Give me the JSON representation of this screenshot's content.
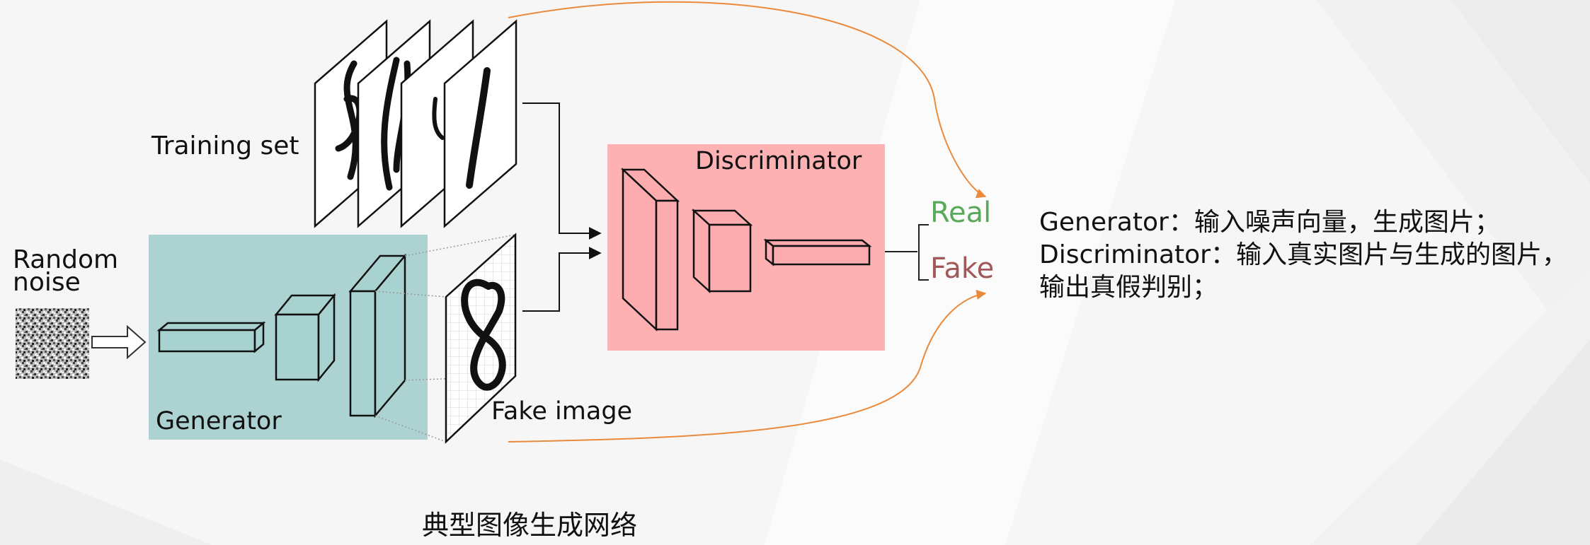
{
  "diagram": {
    "training_set_label": "Training set",
    "random_noise_label_line1": "Random",
    "random_noise_label_line2": "noise",
    "generator_label": "Generator",
    "fake_image_label": "Fake image",
    "discriminator_label": "Discriminator",
    "real_label": "Real",
    "fake_label": "Fake",
    "caption": "典型图像生成网络"
  },
  "description": {
    "line1": "Generator：输入噪声向量，生成图片；",
    "line2": "Discriminator：输入真实图片与生成的图片，",
    "line3": "输出真假判别；"
  },
  "colors": {
    "generator_bg": "#acd3d2",
    "generator_block": "#a8d2d0",
    "discriminator_bg": "#fdb1b3",
    "discriminator_block": "#fcabae",
    "real_text": "#5aa85a",
    "fake_text": "#a05858",
    "curve": "#ea8a3c"
  }
}
